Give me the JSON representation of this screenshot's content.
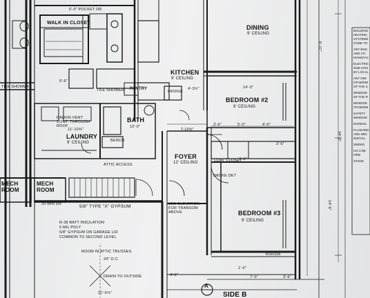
{
  "rooms": {
    "walk_in_closet": "WALK IN CLOSET",
    "dining": "DINING",
    "dining_ceiling": "9' CEILING",
    "kitchen": "KITCHEN",
    "kitchen_ceiling": "9' CEILING",
    "bedroom2": "BEDROOM #2",
    "bedroom2_ceiling": "9' CEILING",
    "laundry": "LAUNDRY",
    "laundry_ceiling": "9' CEILING",
    "bath": "BATH",
    "foyer": "FOYER",
    "foyer_ceiling": "12' CEILING",
    "mech_room_left": "MECH ROOM",
    "mech_room_right": "MECH ROOM",
    "bedroom3": "BEDROOM #3",
    "bedroom3_ceiling": "9' CEILING",
    "pantry": "PANTRY"
  },
  "labels": {
    "pocket_door_top": "5'-0\" POCKET DR",
    "tile_shower_left": "TILE SHOWER",
    "tile_shower_right": "TILE SHOWER",
    "fridge": "FRIDGE",
    "bench": "BENCH",
    "radon_vent": "RADON VENT CONT. THROUGH ROOF",
    "attic_access": "ATTIC ACCESS",
    "coat_closet": "COAT CLOSET",
    "smoke_detector": "SMOKE DET",
    "gypsum_label": "5/8\" TYPE \"X\" GYPSUM",
    "fire_door": "20 MIN DR",
    "elevation_note": "SEE ELEVATION FOR TRANSOM ABOVE",
    "drain": "DRAIN TO OUTSIDE",
    "bsr": "BSR336",
    "side_b": "SIDE B",
    "marker_a": "A",
    "dim_top_1": "14'-3\"",
    "dim_mid_1": "T-10⅜\"",
    "dim_left_1": "11'-10⅜\"",
    "dim_bath": "10'-0\"",
    "dim_right_1": "34'-0\"",
    "dim_right_2": "14'-6\"",
    "dim_right_3": "6'-11\"",
    "dim_bottom_1": "7'-0\"",
    "dim_bottom_2": "3'-6\"",
    "dim_bottom_3": "4'-0\"",
    "dim_bottom_4": "21'-5⅝\"",
    "dim_a1": "3'-6\"",
    "dim_a2": "5'-0\"",
    "dim_a3": "4'-0\"",
    "dim_a4": "2'-6\"",
    "dim_a5": "3'-0\"",
    "dim_a6": "5'-6\"",
    "dim_a7": "1'-0\"",
    "dim_a8": "4'-3½\""
  },
  "attic_notes": [
    "R-38 BATT INSULATION",
    "6 MIL POLY",
    "5/8\" GYPSUM ON GARAGE LID",
    "COMMON TO SECOND LEVEL"
  ],
  "attic_trusses": "ROOM IN ATTIC TRUSSES",
  "truss_spacing": "24\" O.C.",
  "side_notes": [
    "BUILDING",
    "HEATING,",
    "SYSTEMS",
    "CODE TO",
    "",
    "ANY ENG",
    "AND CO",
    "MANUFAC",
    "",
    "ELECTRIC",
    "SUB-CON",
    "BY LOCAL",
    "",
    "ANY DIM",
    "OTHERWI",
    "OF THE S",
    "",
    "WINDOW",
    "OF THE R",
    "",
    "WINDOW",
    "OTHERWI",
    "",
    "SAFETY",
    "WINDOW",
    "",
    "EGRESS",
    "",
    "FLASHING",
    "AND WIN",
    "INSTALL",
    "",
    "SMOKE",
    "",
    "CO 3 DE",
    "FIRE",
    "",
    "STAND"
  ]
}
